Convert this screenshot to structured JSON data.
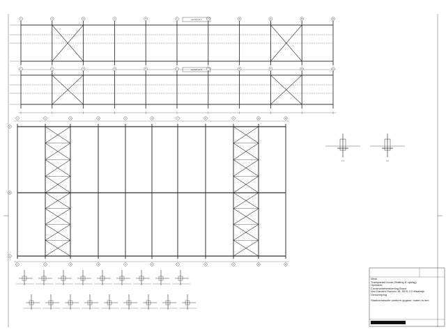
{
  "drawing": {
    "elevation_a_label": "aanzicht as A",
    "elevation_b_label": "aanzicht as D",
    "grid_columns": [
      "1",
      "2",
      "3",
      "4",
      "5",
      "6",
      "7",
      "8",
      "9",
      "10",
      "11"
    ],
    "grid_rows": [
      "A",
      "B",
      "C"
    ],
    "section_labels": [
      "1-1",
      "2-2"
    ]
  },
  "title_block": {
    "project_label": "Werk",
    "project": "Transparant loods (Stalling & opslag)",
    "client_label": "Opdracht",
    "client": "Constructieberekening Bouw",
    "address": "Van Gansen Hoeven 18, 5576 CX Waalwijk",
    "description_label": "Omschrijving",
    "notes": "Staalconstructie conform opgave; maten in mm"
  },
  "colors": {
    "line": "#333333",
    "background": "#ffffff"
  }
}
